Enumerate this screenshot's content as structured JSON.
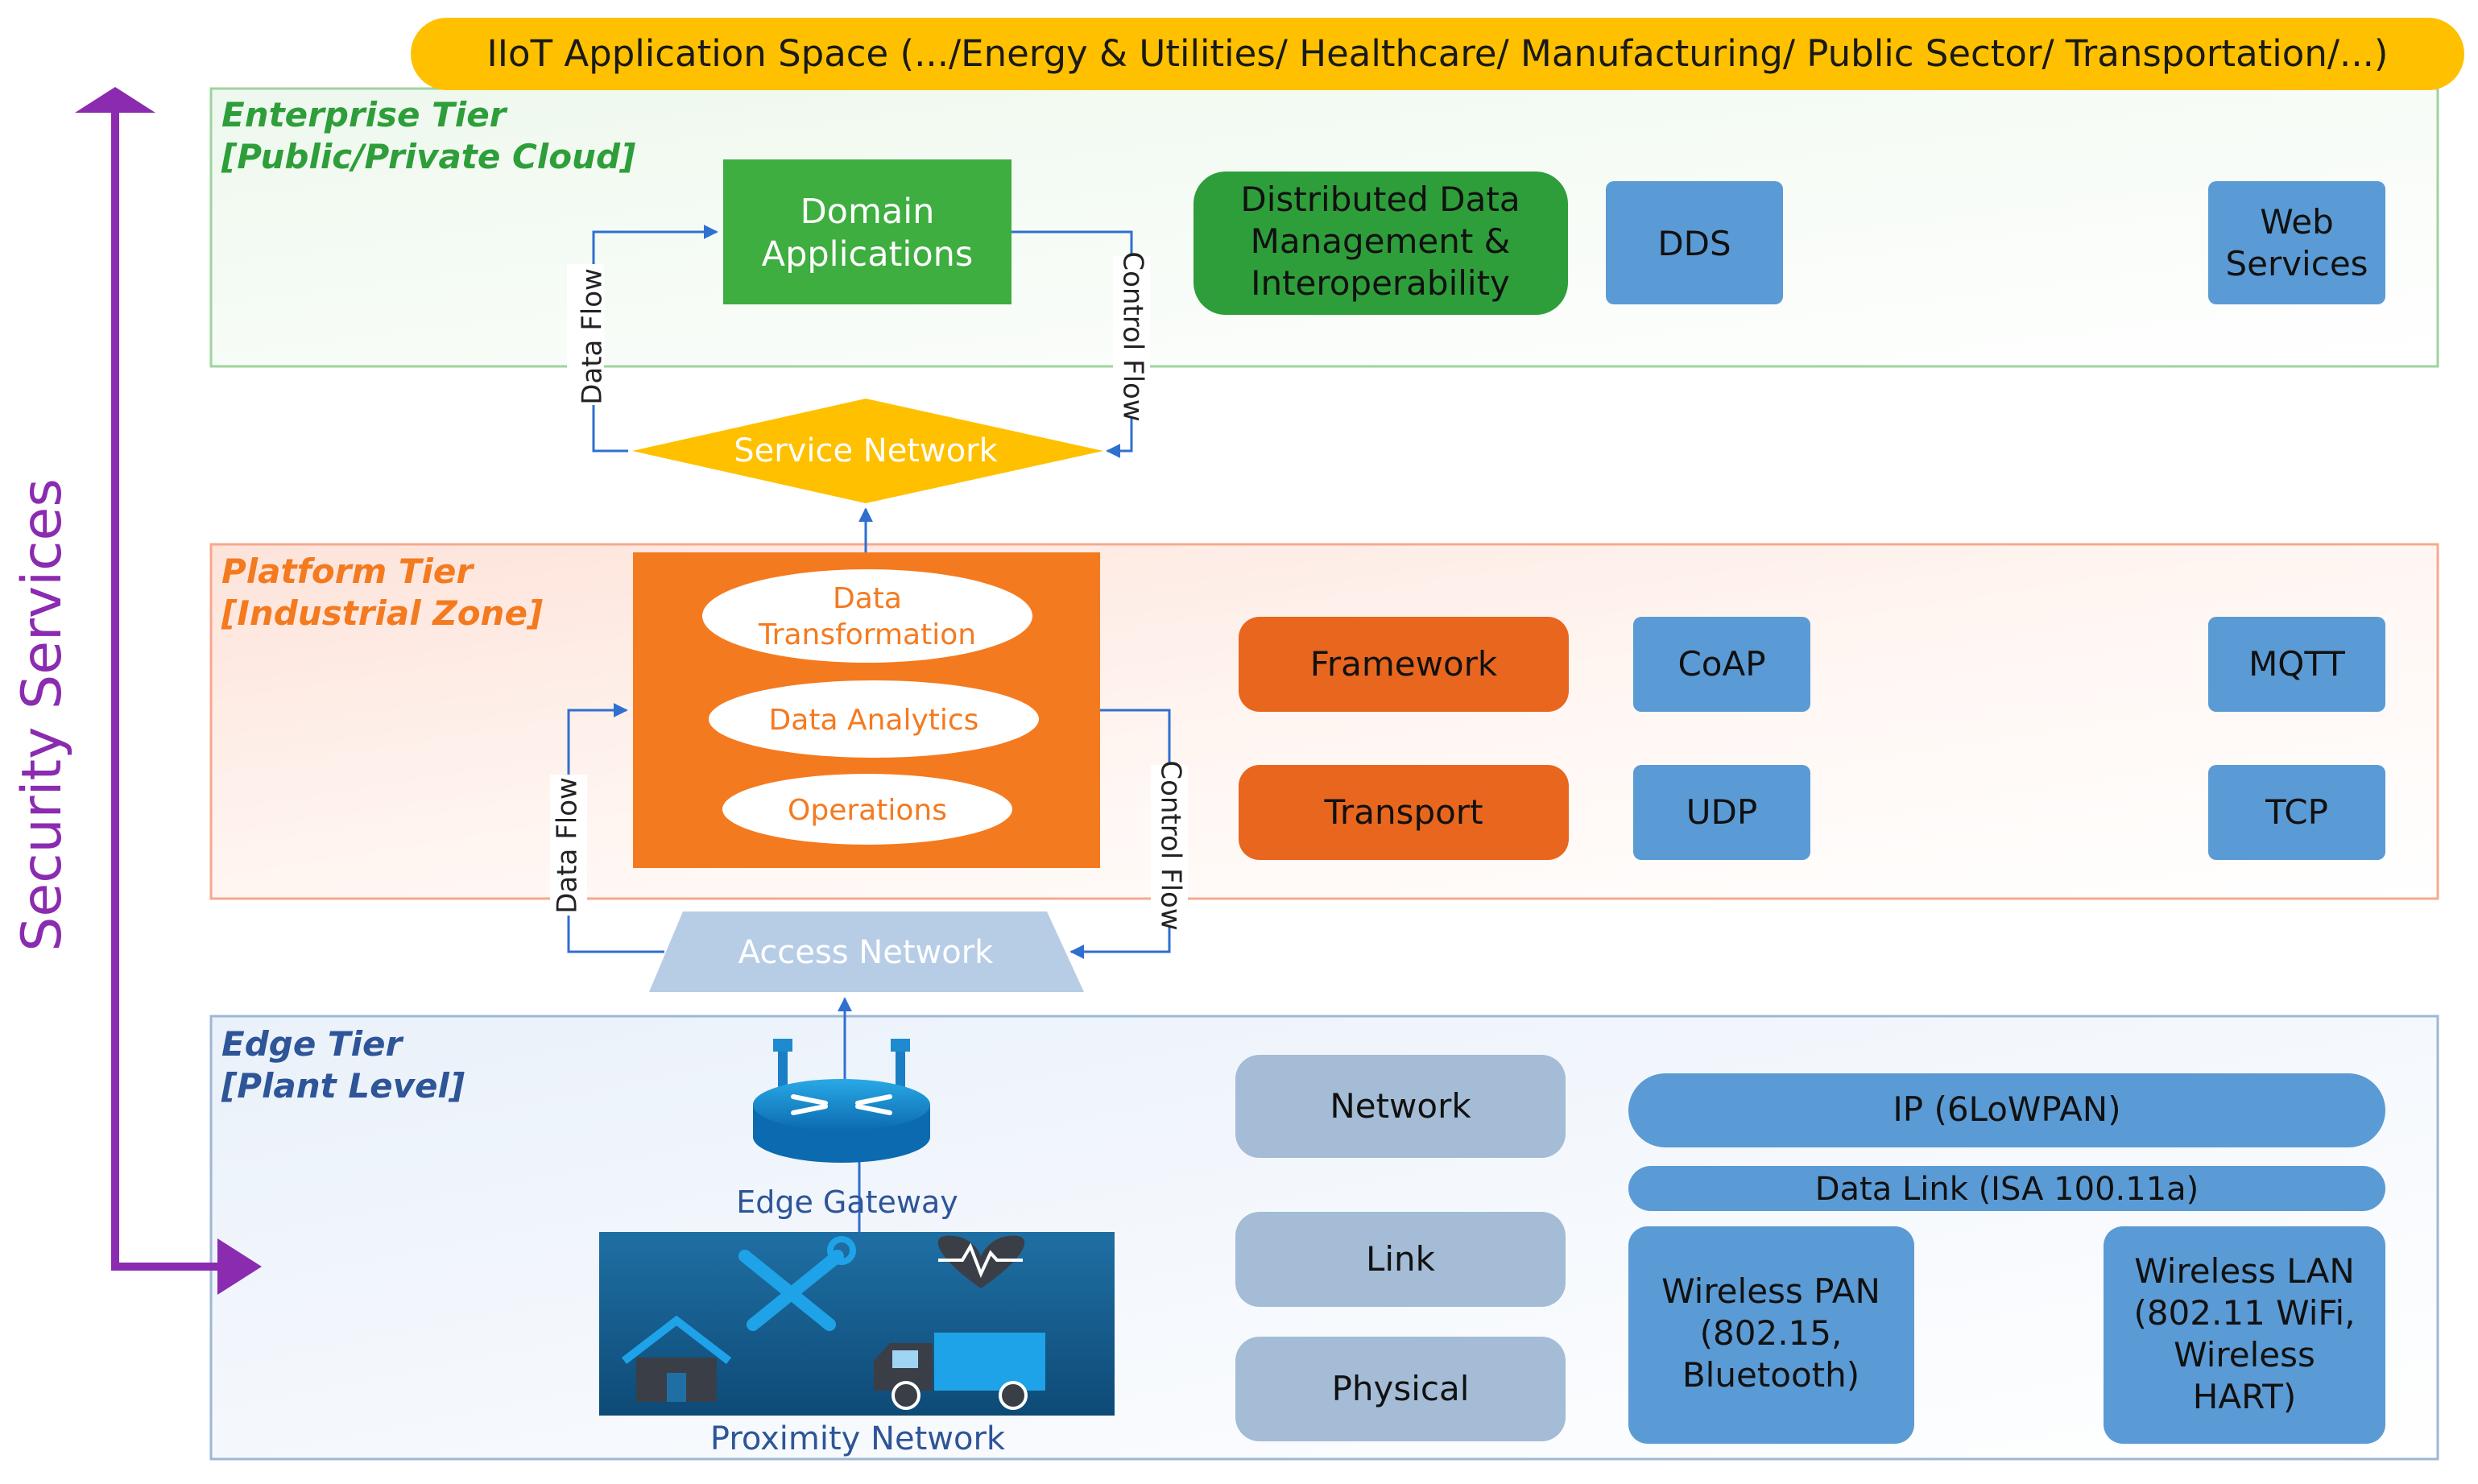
{
  "banner": "IIoT Application Space (.../Energy & Utilities/ Healthcare/ Manufacturing/ Public Sector/ Transportation/...)",
  "security_label": "Security Services",
  "enterprise": {
    "title": "Enterprise Tier",
    "subtitle": "[Public/Private Cloud]",
    "domain_apps": [
      "Domain",
      "Applications"
    ],
    "ddm": [
      "Distributed Data",
      "Management &",
      "Interoperability"
    ],
    "dds": "DDS",
    "web_services": [
      "Web",
      "Services"
    ],
    "data_flow": "Data Flow",
    "control_flow": "Control Flow"
  },
  "service_network": "Service Network",
  "platform": {
    "title": "Platform Tier",
    "subtitle": "[Industrial Zone]",
    "data_transformation": [
      "Data",
      "Transformation"
    ],
    "data_analytics": "Data Analytics",
    "operations": "Operations",
    "framework": "Framework",
    "transport": "Transport",
    "coap": "CoAP",
    "mqtt": "MQTT",
    "udp": "UDP",
    "tcp": "TCP",
    "data_flow": "Data Flow",
    "control_flow": "Control Flow"
  },
  "access_network": "Access Network",
  "edge": {
    "title": "Edge Tier",
    "subtitle": "[Plant Level]",
    "edge_gateway": "Edge Gateway",
    "proximity_network": "Proximity Network",
    "network": "Network",
    "link": "Link",
    "physical": "Physical",
    "ip": "IP (6LoWPAN)",
    "data_link": "Data Link (ISA 100.11a)",
    "wireless_pan": [
      "Wireless PAN",
      "(802.15,",
      "Bluetooth)"
    ],
    "wireless_lan": [
      "Wireless LAN",
      "(802.11 WiFi,",
      "Wireless",
      "HART)"
    ]
  },
  "colors": {
    "banner": "#FFC000",
    "green": "#3DAE3F",
    "dark_green": "#2E9E3A",
    "orange": "#F47A20",
    "blue_box": "#5B9BD5",
    "grey_blue": "#A4BCD6",
    "purple": "#8A2BB0",
    "enterprise_text": "#2E9E3A",
    "platform_text": "#F47A20",
    "edge_text": "#2E5597"
  },
  "icons": [
    "router-icon",
    "tools-icon",
    "heart-monitor-icon",
    "home-icon",
    "truck-icon",
    "security-arrow-icon"
  ]
}
